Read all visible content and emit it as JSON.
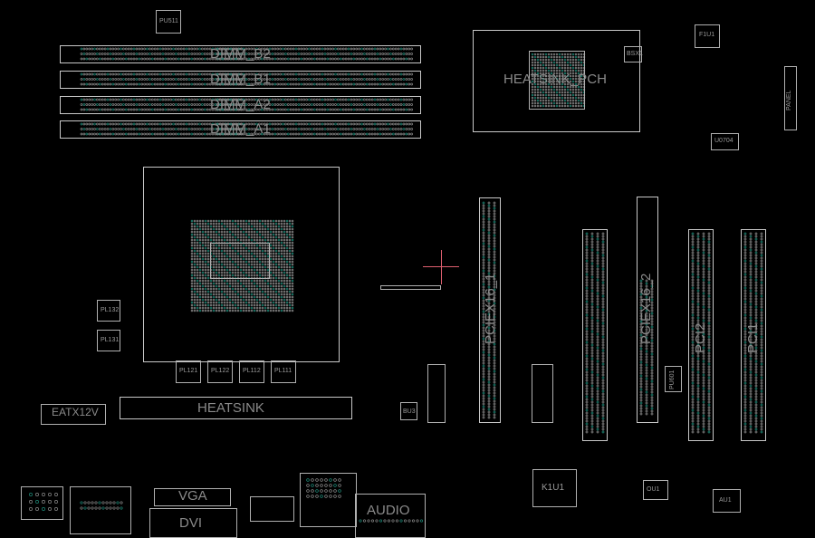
{
  "viewer": {
    "title": "Board view"
  },
  "labels": {
    "dimm": [
      "DIMM_B2",
      "DIMM_B1",
      "DIMM_A2",
      "DIMM_A1"
    ],
    "pu511": "PU511",
    "heatsink_pch": "HEATSINK_PCH",
    "f1u1": "F1U1",
    "bsx1": "BSX1",
    "u0704": "U0704",
    "panel": "PANEL",
    "pciex16_1": "PCIEX16_1",
    "pciex16_2": "PCIEX16_2",
    "pci2": "PCI2",
    "pci1": "PCI1",
    "pl": [
      "PL121",
      "PL122",
      "PL112",
      "PL111"
    ],
    "pl132": "PL132",
    "pl131": "PL131",
    "eatx12v": "EATX12V",
    "heatsink": "HEATSINK",
    "bu3": "BU3",
    "vga": "VGA",
    "dvi": "DVI",
    "audio": "AUDIO",
    "k1u1": "K1U1",
    "ou1": "OU1",
    "au1": "AU1",
    "pu601": "PU601"
  },
  "colors": {
    "outline": "#c8c8c8",
    "pin": "#8a8a8a",
    "pin_active": "#1e8a78",
    "cursor": "#e06070"
  }
}
